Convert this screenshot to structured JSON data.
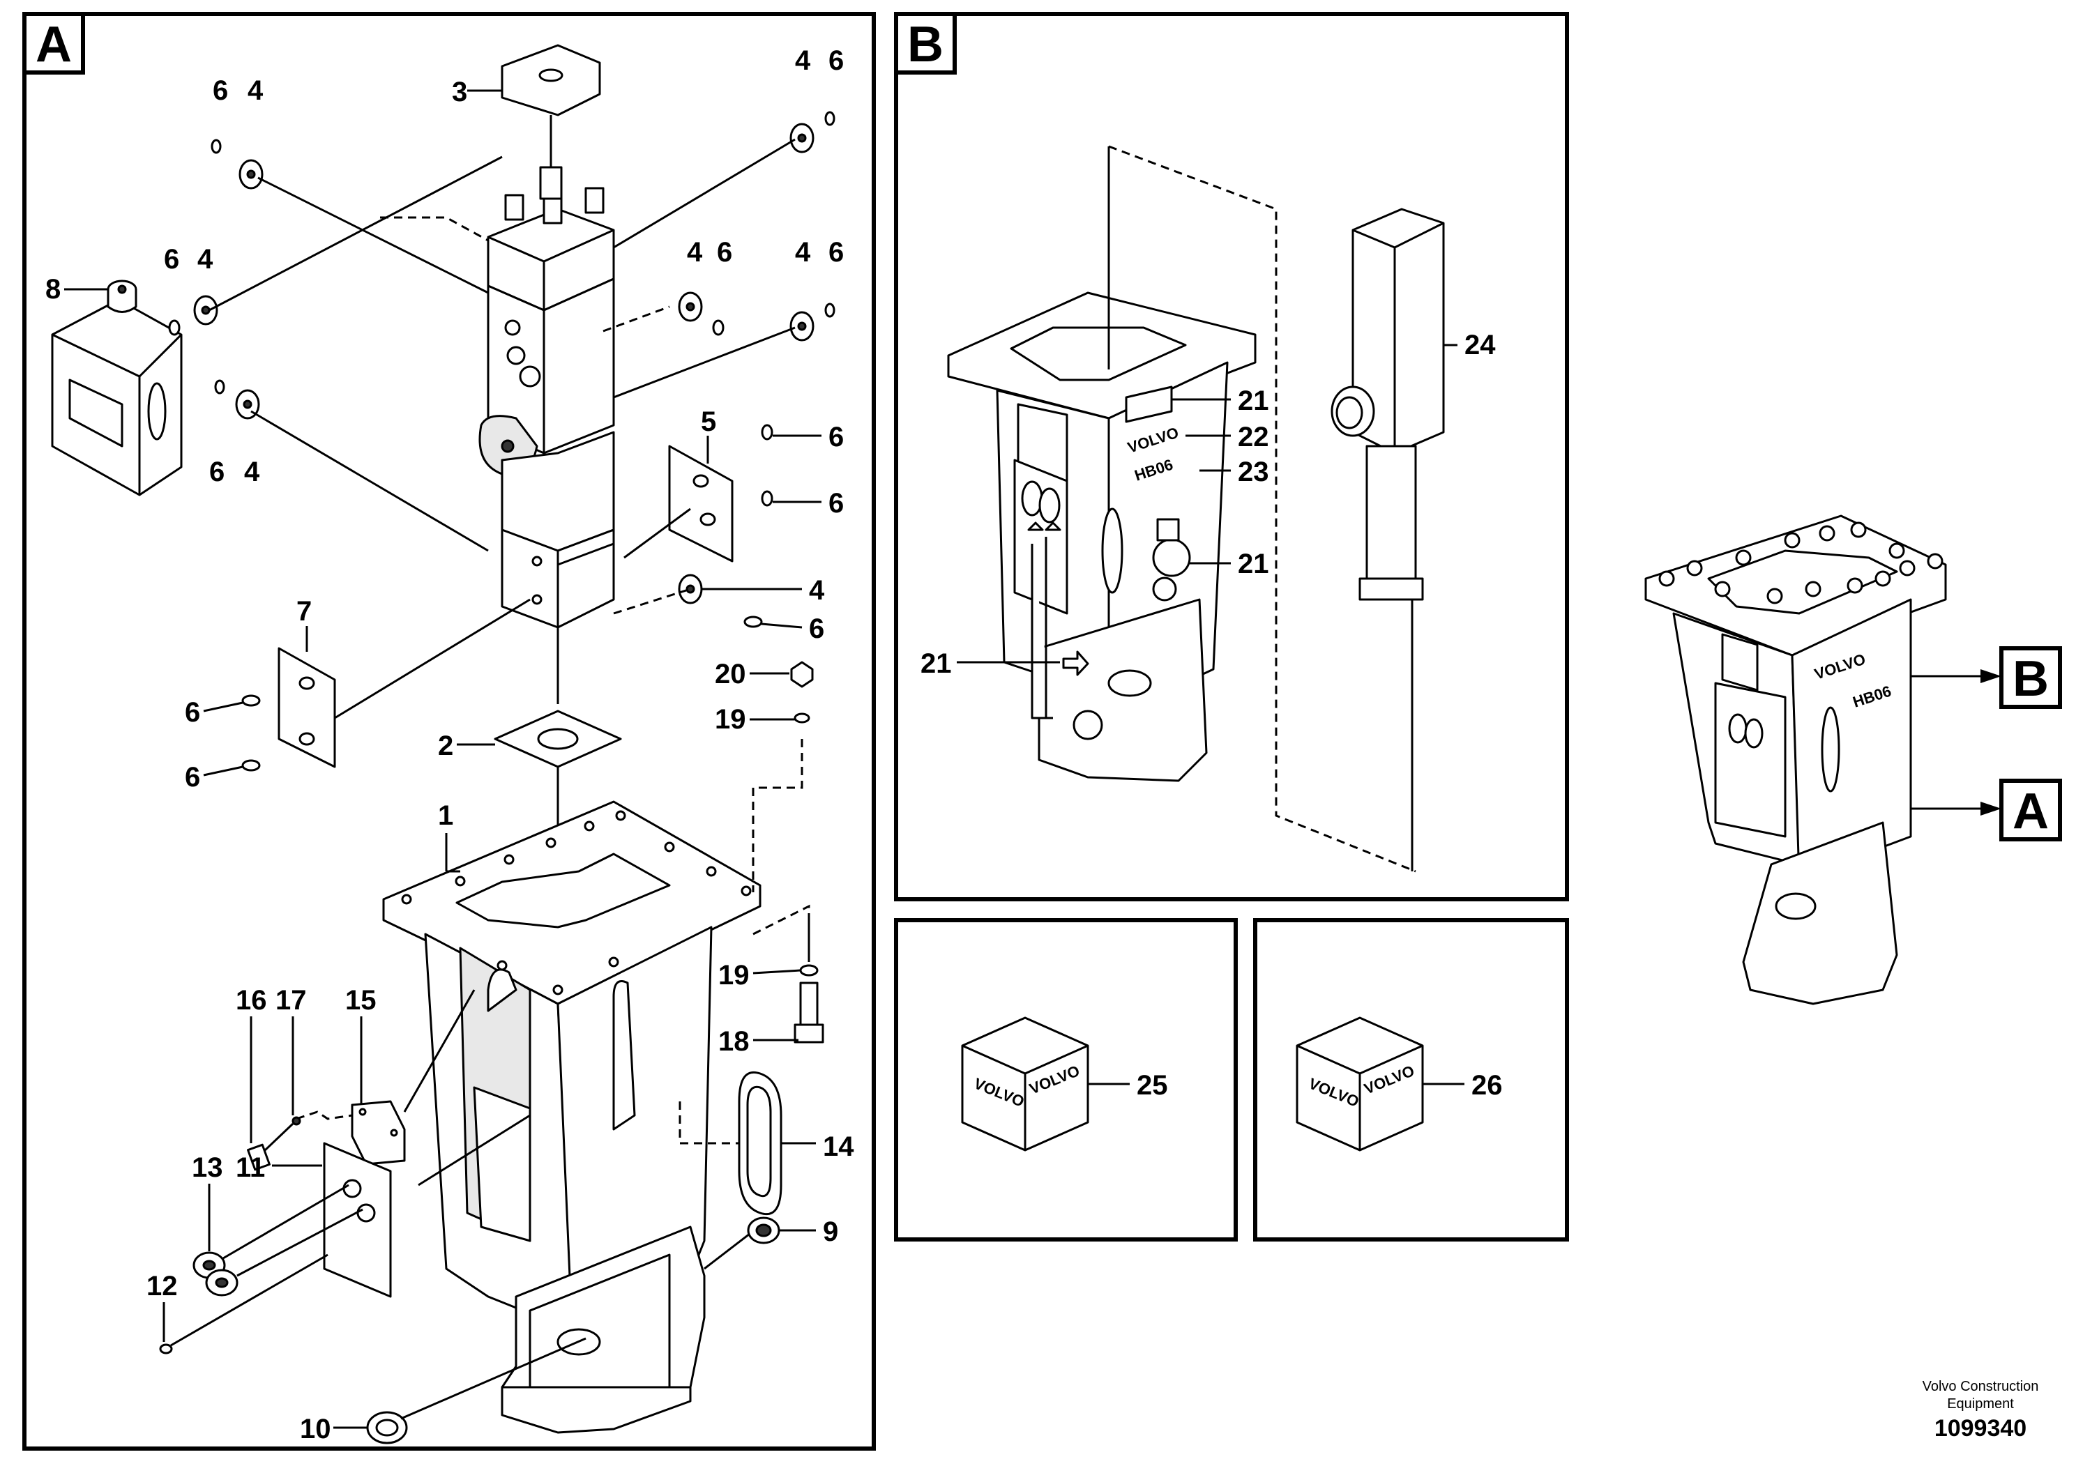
{
  "panels": {
    "a": {
      "label": "A"
    },
    "b": {
      "label": "B"
    },
    "overview_tags": [
      "B",
      "A"
    ]
  },
  "callouts": {
    "p1": "1",
    "p2": "2",
    "p3": "3",
    "p4a": "4",
    "p4b": "4",
    "p4c": "4",
    "p4d": "4",
    "p4e": "4",
    "p4f": "4",
    "p4g": "4",
    "p5": "5",
    "p6a": "6",
    "p6b": "6",
    "p6c": "6",
    "p6d": "6",
    "p6e": "6",
    "p6f": "6",
    "p6g": "6",
    "p6h": "6",
    "p6i": "6",
    "p6j": "6",
    "p6k": "6",
    "p7": "7",
    "p8": "8",
    "p9": "9",
    "p10": "10",
    "p11": "11",
    "p12": "12",
    "p13": "13",
    "p14": "14",
    "p15": "15",
    "p16": "16",
    "p17": "17",
    "p18": "18",
    "p19a": "19",
    "p19b": "19",
    "p20": "20",
    "p21a": "21",
    "p21b": "21",
    "p21c": "21",
    "p22": "22",
    "p23": "23",
    "p24": "24",
    "p25": "25",
    "p26": "26"
  },
  "decals": {
    "brand": "VOLVO",
    "model": "HB06"
  },
  "footer": {
    "company_line1": "Volvo Construction",
    "company_line2": "Equipment",
    "drawing_number": "1099340"
  }
}
